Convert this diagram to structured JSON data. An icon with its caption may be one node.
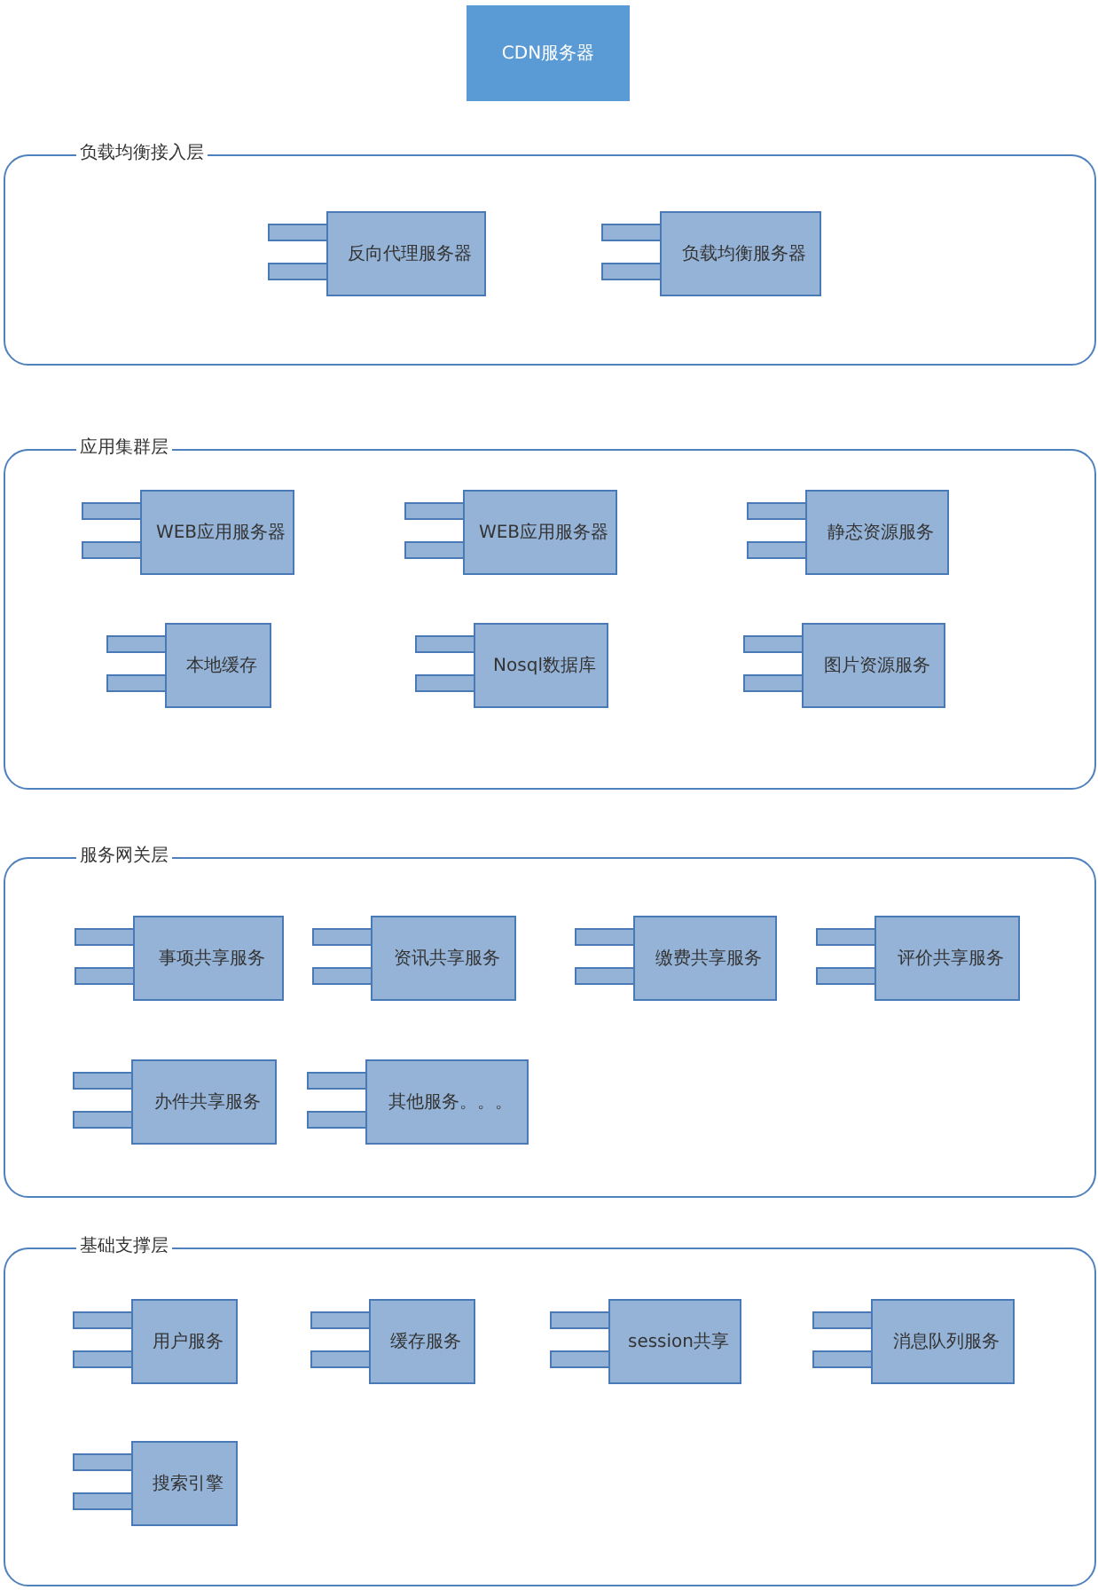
{
  "diagram": {
    "nodes": [
      {
        "text": [
          "CDN服务器"
        ]
      },
      {
        "text": [
          "负载均衡接入层"
        ]
      },
      {
        "text": [
          "反向代理服务器"
        ],
        "in": 1
      },
      {
        "text": [
          "负载均衡服务器"
        ],
        "in": 1
      },
      {
        "text": [
          "应用集群层"
        ]
      },
      {
        "text": [
          "WEB应用服务器"
        ],
        "in": 4
      },
      {
        "text": [
          "WEB应用服务器"
        ],
        "in": 4
      },
      {
        "text": [
          "静态资源服务"
        ],
        "in": 4
      },
      {
        "text": [
          "本地缓存"
        ],
        "in": 4
      },
      {
        "text": [
          "Nosql数据库"
        ],
        "in": 4
      },
      {
        "text": [
          "图片资源服务"
        ],
        "in": 4
      },
      {
        "text": [
          "服务网关层"
        ]
      },
      {
        "text": [
          "事项共享服务"
        ],
        "in": 11
      },
      {
        "text": [
          "资讯共享服务"
        ],
        "in": 11
      },
      {
        "text": [
          "缴费共享服务"
        ],
        "in": 11
      },
      {
        "text": [
          "评价共享服务"
        ],
        "in": 11
      },
      {
        "text": [
          "办件共享服务"
        ],
        "in": 11
      },
      {
        "text": [
          "其他服务。。。"
        ],
        "in": 11
      },
      {
        "text": [
          "基础支撑层"
        ]
      },
      {
        "text": [
          "用户服务"
        ],
        "in": 18
      },
      {
        "text": [
          "缓存服务"
        ],
        "in": 18
      },
      {
        "text": [
          "session共享"
        ],
        "in": 18
      },
      {
        "text": [
          "消息队列服务"
        ],
        "in": 18
      },
      {
        "text": [
          "搜索引擎"
        ],
        "in": 18
      }
    ]
  }
}
